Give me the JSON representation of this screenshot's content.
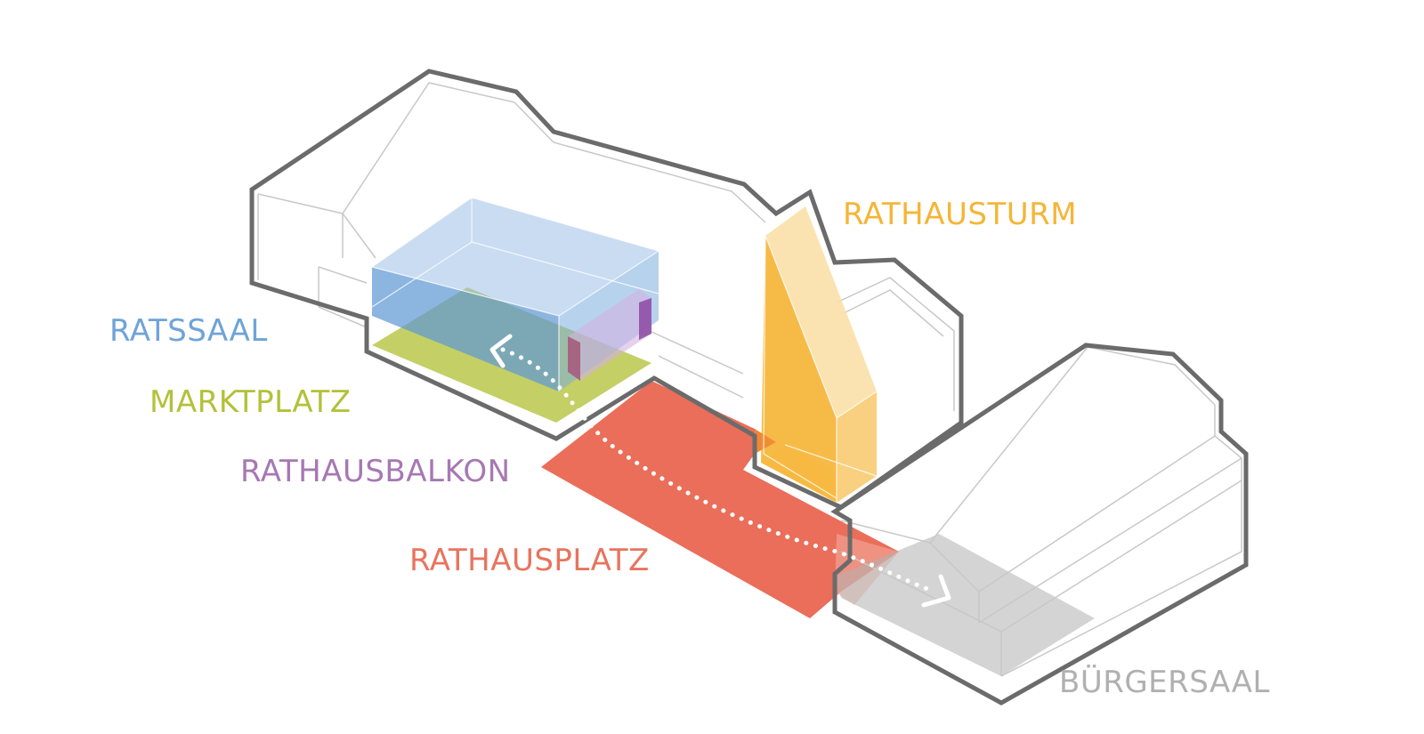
{
  "labels": {
    "ratssaal": "RATSSAAL",
    "marktplatz": "MARKTPLATZ",
    "rathausbalkon": "RATHAUSBALKON",
    "rathausplatz": "RATHAUSPLATZ",
    "rathausturm": "RATHAUSTURM",
    "buergersaal": "BÜRGERSAAL"
  },
  "colors": {
    "ratssaal": "#6fa3d9",
    "marktplatz": "#b3c13a",
    "rathausbalkon": "#a678b4",
    "rathausplatz": "#e8745d",
    "rathausturm": "#f5b537",
    "buergersaal": "#b0b0b0",
    "outline": "#6b6b6b",
    "thin_line": "#c8c8c8"
  }
}
